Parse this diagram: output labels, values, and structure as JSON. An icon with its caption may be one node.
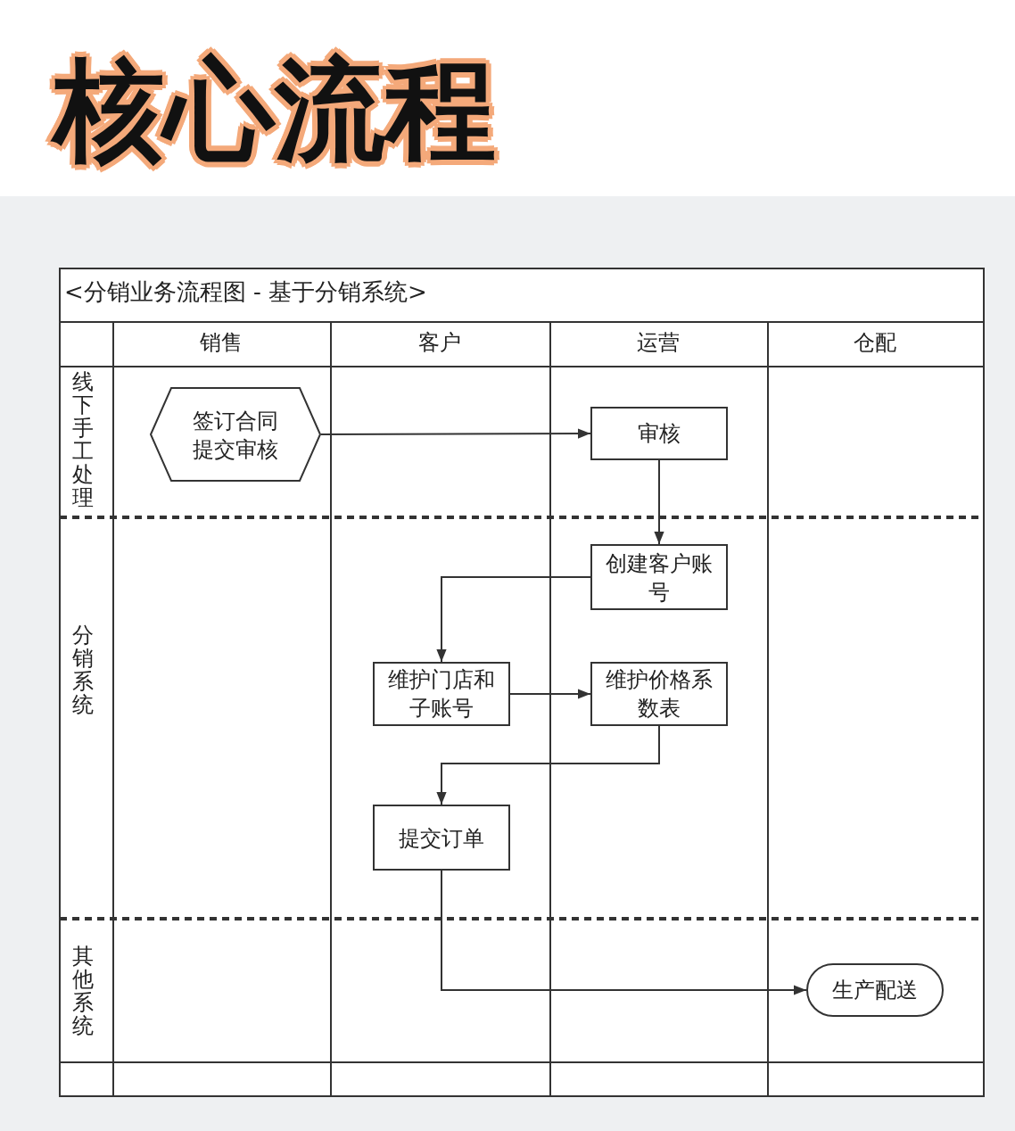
{
  "diagram": {
    "title": "核心流程",
    "nodes": [
      {
        "text": [
          "签订合同提交审核"
        ]
      },
      {
        "text": [
          "审核"
        ]
      },
      {
        "text": [
          "创建客户账号"
        ]
      },
      {
        "text": [
          "维护门店和子账号"
        ]
      },
      {
        "text": [
          "维护价格系数表"
        ]
      },
      {
        "text": [
          "提交订单"
        ]
      },
      {
        "text": [
          "生产配送"
        ]
      }
    ],
    "edges": [
      {
        "from": 0,
        "to": 1,
        "arrow": "to"
      },
      {
        "from": 1,
        "to": 2,
        "arrow": "to"
      },
      {
        "from": 2,
        "to": 3,
        "arrow": "to"
      },
      {
        "from": 3,
        "to": 4,
        "arrow": "to"
      },
      {
        "from": 4,
        "to": 5,
        "arrow": "to"
      },
      {
        "from": 5,
        "to": 6,
        "arrow": "to"
      }
    ],
    "labels": [
      "<分销业务流程图 - 基于分销系统>",
      "销售",
      "客户",
      "运营",
      "仓配",
      "线下手工处理",
      "分销系统",
      "其他系统"
    ]
  }
}
